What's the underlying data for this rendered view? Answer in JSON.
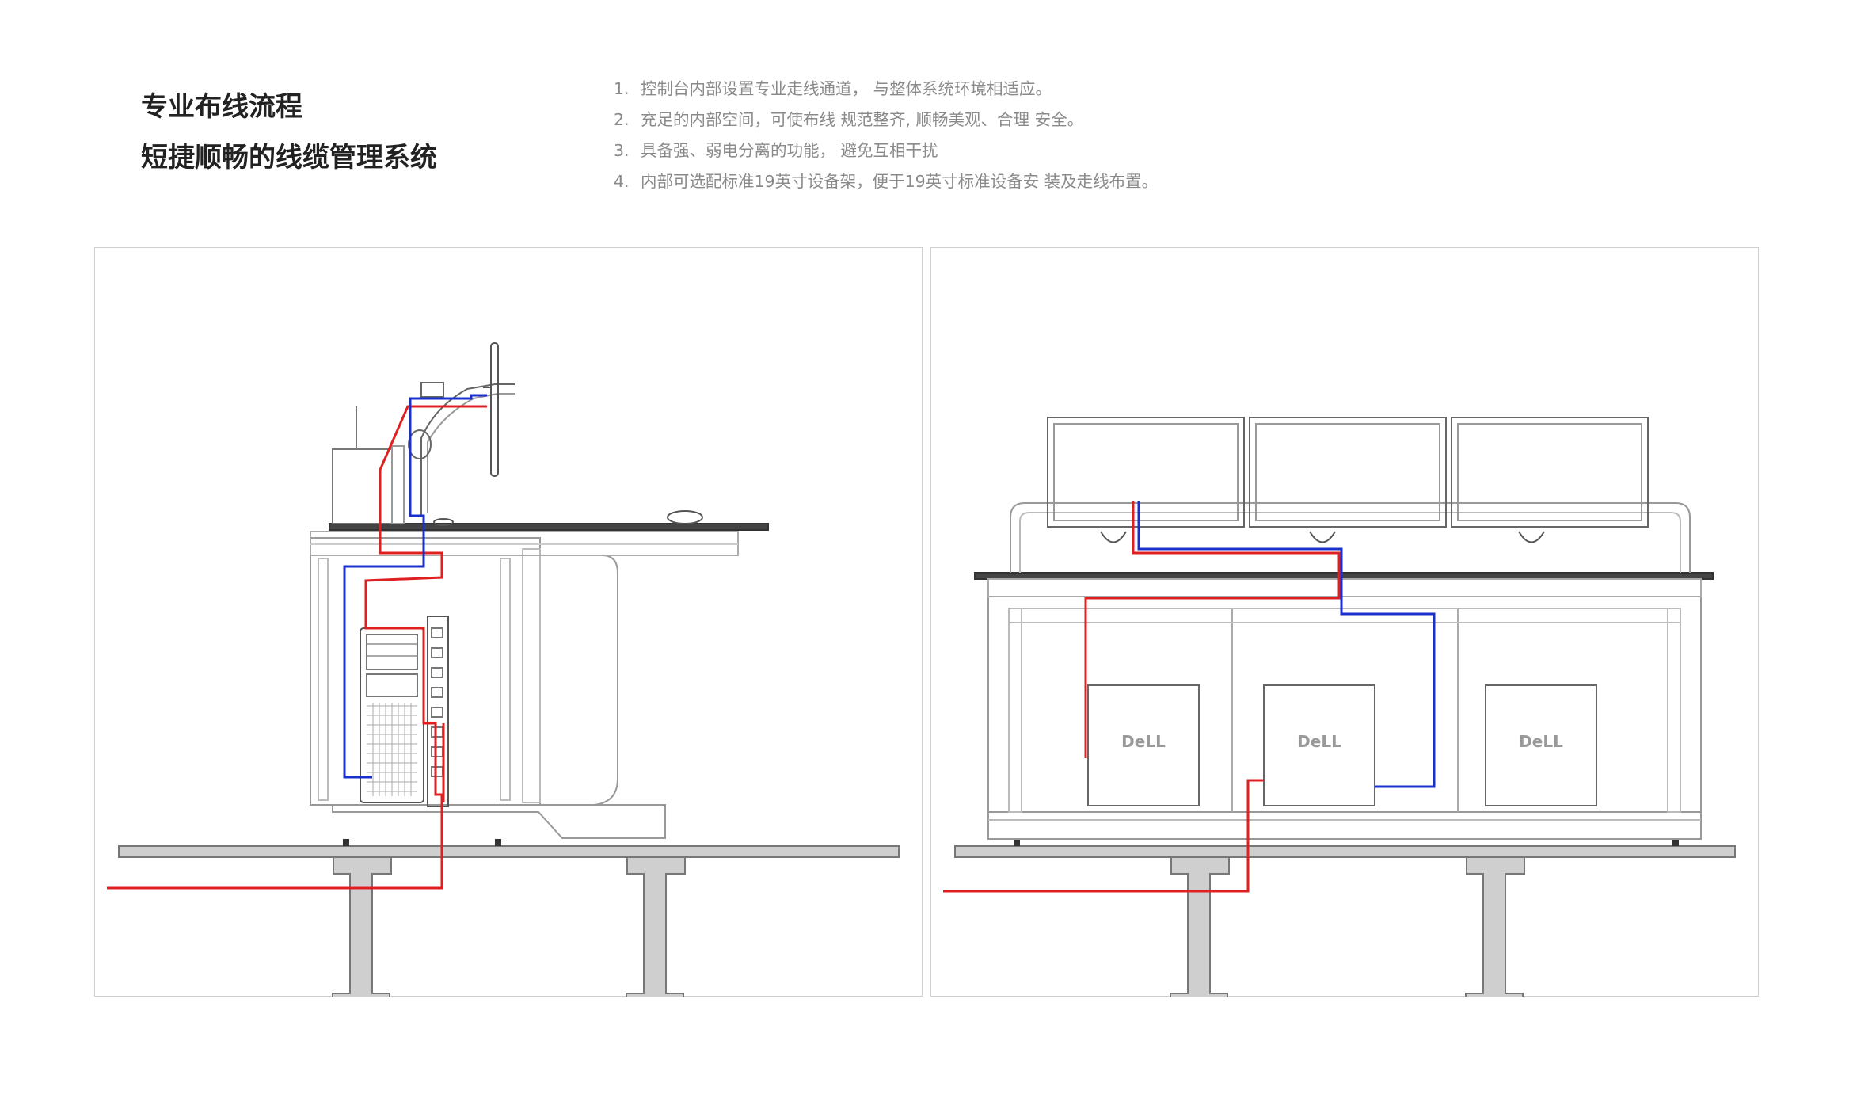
{
  "header": {
    "title_line1": "专业布线流程",
    "title_line2": "短捷顺畅的线缆管理系统"
  },
  "features": [
    {
      "num": "1.",
      "text": "控制台内部设置专业走线通道， 与整体系统环境相适应。"
    },
    {
      "num": "2.",
      "text": "充足的内部空间，可使布线 规范整齐, 顺畅美观、合理 安全。"
    },
    {
      "num": "3.",
      "text": "具备强、弱电分离的功能， 避免互相干扰"
    },
    {
      "num": "4.",
      "text": "内部可选配标准19英寸设备架，便于19英寸标准设备安 装及走线布置。"
    }
  ],
  "diagrams": {
    "brand_label": "DeLL"
  },
  "colors": {
    "power_cable": "#e02020",
    "signal_cable": "#1a2fcc",
    "outline": "#8c8c8c",
    "floor": "#cfcfcf"
  }
}
